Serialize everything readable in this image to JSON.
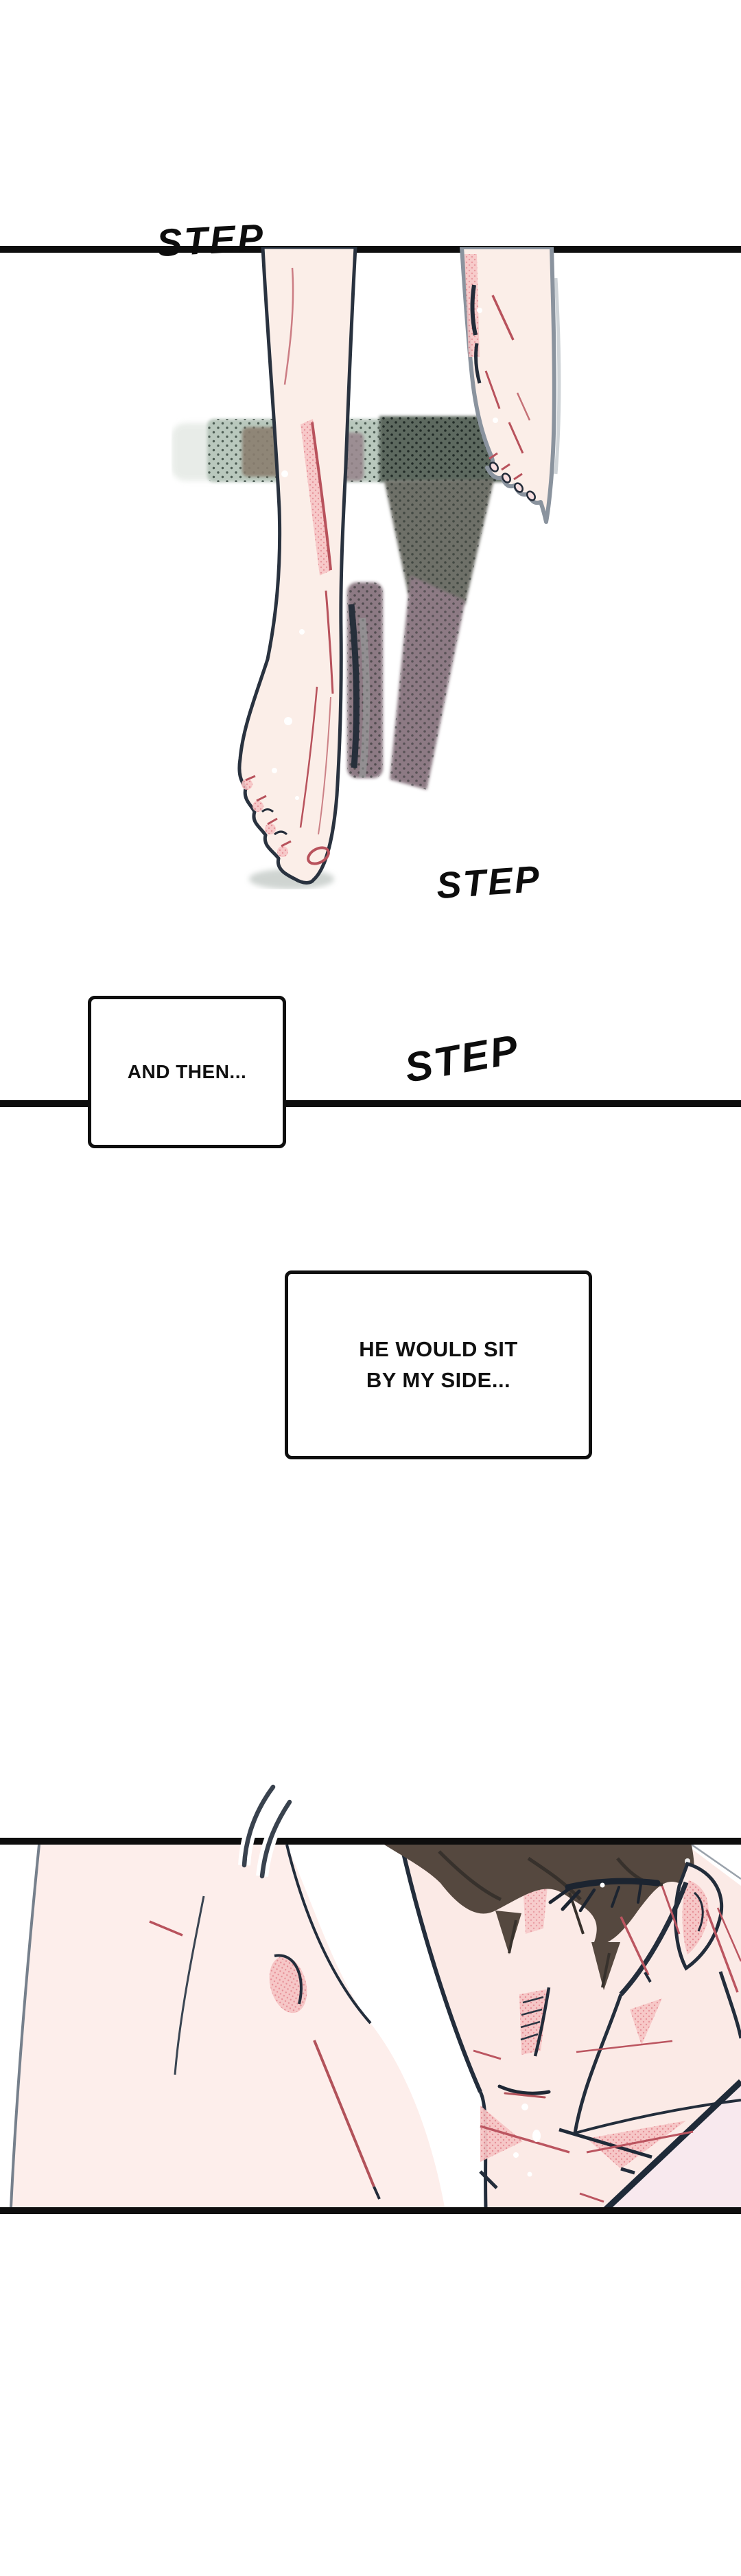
{
  "page": {
    "type": "webtoon-comic-segment",
    "background": "#ffffff",
    "sfx": [
      {
        "id": "step-1",
        "text": "STEP"
      },
      {
        "id": "step-2",
        "text": "STEP"
      },
      {
        "id": "step-3",
        "text": "STEP"
      }
    ],
    "captions": [
      {
        "id": "and-then",
        "text": "AND THEN..."
      },
      {
        "id": "he-would-sit",
        "lines": [
          "HE WOULD SIT",
          "BY MY SIDE..."
        ]
      }
    ],
    "panels": [
      {
        "id": "panel-legs",
        "description": "bare scratched legs stepping down onto a shadowed step"
      },
      {
        "id": "panel-man",
        "description": "shirtless man with dark brown hair leaning forward, eyes closed, scratches on skin"
      }
    ],
    "colors": {
      "ink": "#0e0e0e",
      "skin": "#fbeee8",
      "skin_shadow_pink": "#f6c5c5",
      "halftone_pink_dot": "#e58b93",
      "scratch_red": "#b8525c",
      "outline_navy": "#29323f",
      "outline_slate": "#8a939e",
      "hair_brown": "#55483f",
      "hair_dark": "#37312c",
      "shadow_sage": "#b9c8bd",
      "shadow_olive": "#8b7f70",
      "shadow_dark_green": "#5d695f",
      "shadow_mauve": "#8d7a84"
    }
  }
}
